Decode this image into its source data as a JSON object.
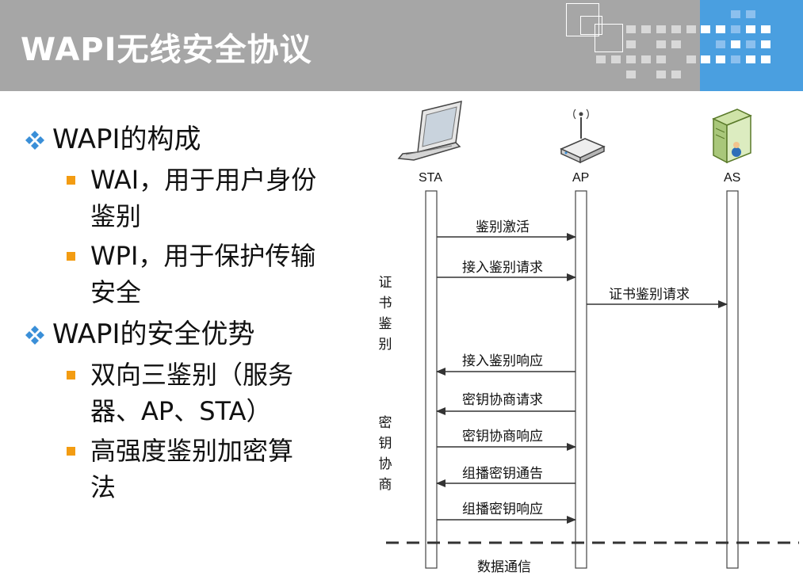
{
  "slide": {
    "title": "WAPI无线安全协议"
  },
  "bullets": [
    {
      "text": "WAPI的构成",
      "children": [
        {
          "line1": "WAI，用于用户身份",
          "line2": "鉴别"
        },
        {
          "line1": "WPI，用于保护传输",
          "line2": "安全"
        }
      ]
    },
    {
      "text": "WAPI的安全优势",
      "children": [
        {
          "line1": "双向三鉴别（服务",
          "line2": "器、AP、STA）"
        },
        {
          "line1": "高强度鉴别加密算",
          "line2": "法"
        }
      ]
    }
  ],
  "diagram": {
    "entities": [
      "STA",
      "AP",
      "AS"
    ],
    "icons": [
      "laptop-icon",
      "router-icon",
      "server-icon"
    ],
    "messages": [
      {
        "label": "鉴别激活",
        "from": "STA",
        "to": "AP"
      },
      {
        "label": "接入鉴别请求",
        "from": "STA",
        "to": "AP"
      },
      {
        "label": "证书鉴别请求",
        "from": "AP",
        "to": "AS"
      },
      {
        "label": "接入鉴别响应",
        "from": "AP",
        "to": "STA"
      },
      {
        "label": "密钥协商请求",
        "from": "AP",
        "to": "STA"
      },
      {
        "label": "密钥协商响应",
        "from": "STA",
        "to": "AP"
      },
      {
        "label": "组播密钥通告",
        "from": "AP",
        "to": "STA"
      },
      {
        "label": "组播密钥响应",
        "from": "STA",
        "to": "AP"
      }
    ],
    "phases": [
      {
        "label": [
          "证",
          "书",
          "鉴",
          "别"
        ]
      },
      {
        "label": [
          "密",
          "钥",
          "协",
          "商"
        ]
      }
    ],
    "footer": "数据通信"
  },
  "colors": {
    "header_bg": "#a6a6a6",
    "accent_blue": "#4a9fe0",
    "bullet_square": "#f39c12",
    "diamond": "#3a8fd8"
  }
}
